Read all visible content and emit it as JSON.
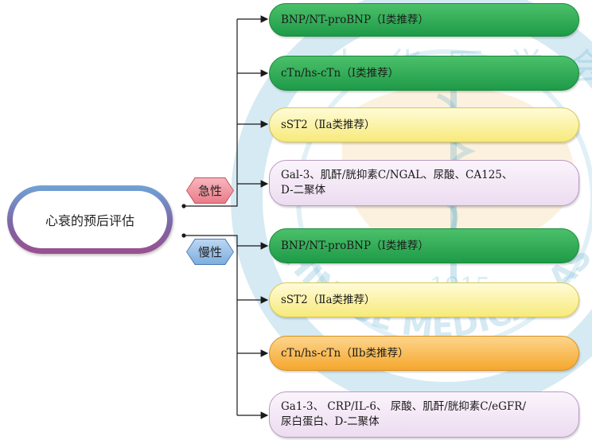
{
  "root": {
    "label": "心衰的预后评估"
  },
  "categories": {
    "acute": {
      "label": "急性"
    },
    "chronic": {
      "label": "慢性"
    }
  },
  "acute_items": [
    {
      "label": "BNP/NT-proBNP（Ⅰ类推荐）",
      "color": "green"
    },
    {
      "label": "cTn/hs-cTn（Ⅰ类推荐）",
      "color": "green"
    },
    {
      "label": "sST2（Ⅱa类推荐）",
      "color": "yellow"
    },
    {
      "label": "Gal-3、肌酐/胱抑素C/NGAL、尿酸、CA125、\nD-二聚体",
      "color": "lilac"
    }
  ],
  "chronic_items": [
    {
      "label": "BNP/NT-proBNP（Ⅰ类推荐）",
      "color": "green"
    },
    {
      "label": "sST2（Ⅱa类推荐）",
      "color": "yellow"
    },
    {
      "label": "cTn/hs-cTn（Ⅱb类推荐）",
      "color": "orange"
    },
    {
      "label": "Ga1-3、 CRP/IL-6、 尿酸、肌酐/胱抑素C/eGFR/\n尿白蛋白、D-二聚体",
      "color": "lilac"
    }
  ],
  "watermark": {
    "text": "CHINESE MEDICAL ASSOCIATION",
    "year": "1915",
    "chars": "中华医学会",
    "color": "#3fa0c8"
  }
}
